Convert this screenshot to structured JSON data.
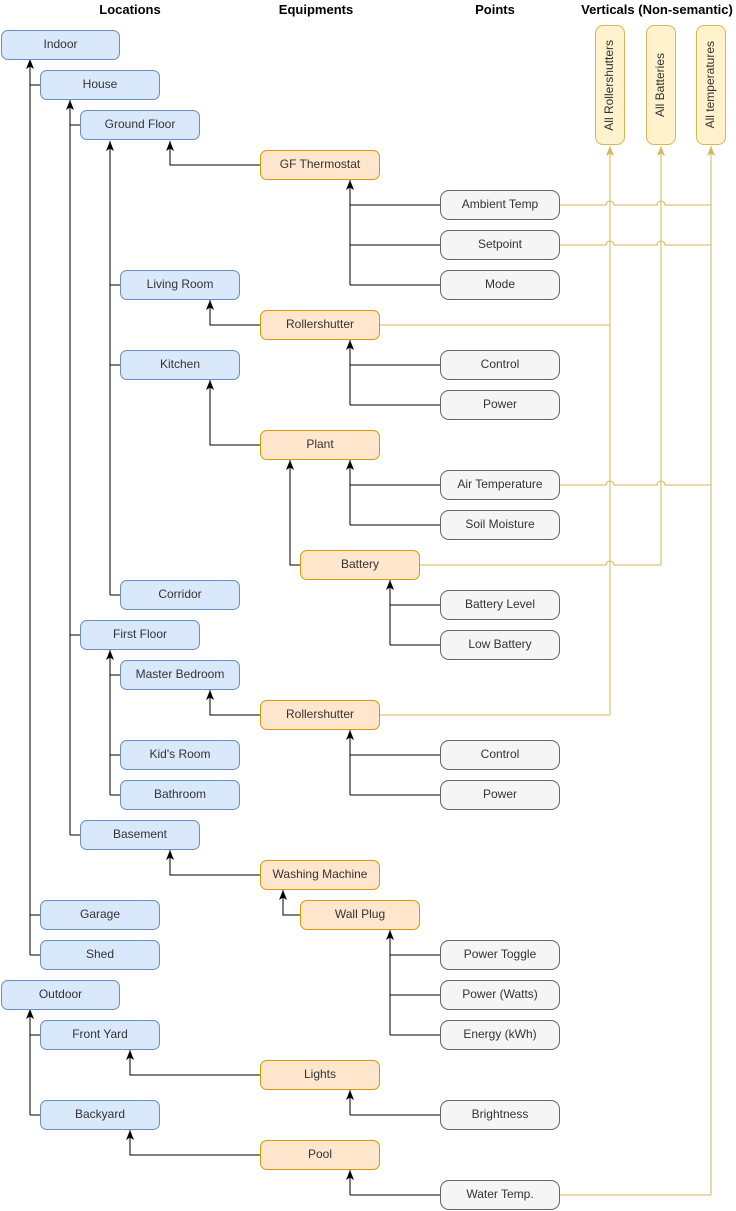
{
  "headers": {
    "locations": "Locations",
    "equipments": "Equipments",
    "points": "Points",
    "verticals": "Verticals (Non-semantic)"
  },
  "locations": [
    {
      "label": "Indoor"
    },
    {
      "label": "House"
    },
    {
      "label": "Ground Floor"
    },
    {
      "label": "Living Room"
    },
    {
      "label": "Kitchen"
    },
    {
      "label": "Corridor"
    },
    {
      "label": "First Floor"
    },
    {
      "label": "Master Bedroom"
    },
    {
      "label": "Kid's Room"
    },
    {
      "label": "Bathroom"
    },
    {
      "label": "Basement"
    },
    {
      "label": "Garage"
    },
    {
      "label": "Shed"
    },
    {
      "label": "Outdoor"
    },
    {
      "label": "Front Yard"
    },
    {
      "label": "Backyard"
    }
  ],
  "equipments": [
    {
      "label": "GF Thermostat"
    },
    {
      "label": "Rollershutter"
    },
    {
      "label": "Plant"
    },
    {
      "label": "Battery"
    },
    {
      "label": "Rollershutter"
    },
    {
      "label": "Washing Machine"
    },
    {
      "label": "Wall Plug"
    },
    {
      "label": "Lights"
    },
    {
      "label": "Pool"
    }
  ],
  "points": [
    {
      "label": "Ambient Temp"
    },
    {
      "label": "Setpoint"
    },
    {
      "label": "Mode"
    },
    {
      "label": "Control"
    },
    {
      "label": "Power"
    },
    {
      "label": "Air Temperature"
    },
    {
      "label": "Soil Moisture"
    },
    {
      "label": "Battery Level"
    },
    {
      "label": "Low Battery"
    },
    {
      "label": "Control"
    },
    {
      "label": "Power"
    },
    {
      "label": "Power Toggle"
    },
    {
      "label": "Power (Watts)"
    },
    {
      "label": "Energy (kWh)"
    },
    {
      "label": "Brightness"
    },
    {
      "label": "Water Temp."
    }
  ],
  "verticals": [
    {
      "label": "All Rollershutters"
    },
    {
      "label": "All Batteries"
    },
    {
      "label": "All temperatures"
    }
  ],
  "colors": {
    "location_fill": "#dae8fc",
    "location_stroke": "#6c8ebf",
    "equipment_fill": "#ffe6cc",
    "equipment_stroke": "#d79b00",
    "point_fill": "#f5f5f5",
    "point_stroke": "#666666",
    "vertical_fill": "#fff2cc",
    "vertical_stroke": "#d6b656",
    "tree_edge": "#000000",
    "vertical_edge": "#d6b656"
  }
}
